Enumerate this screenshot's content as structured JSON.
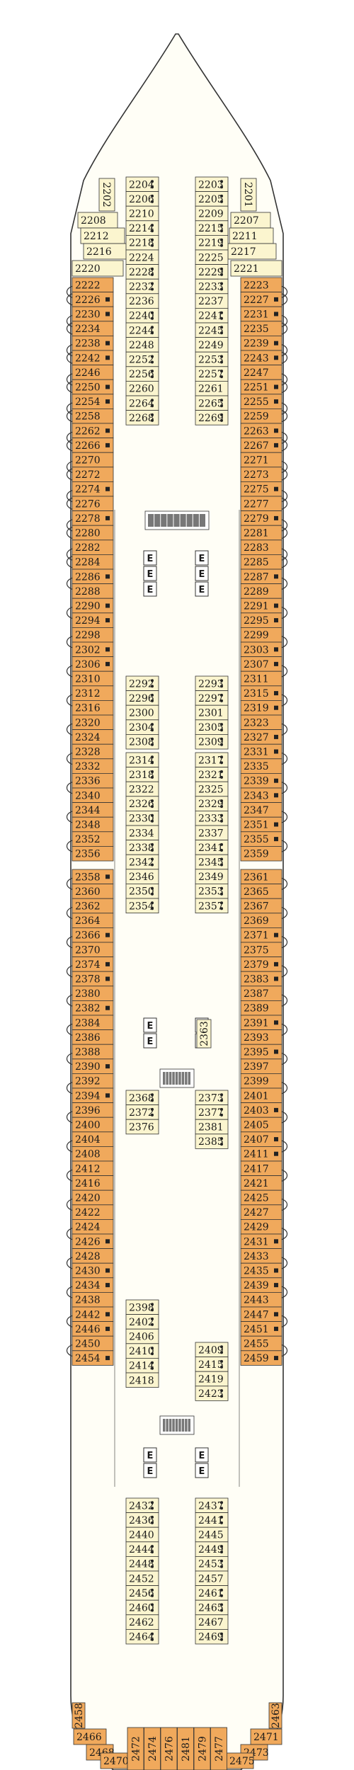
{
  "colors": {
    "outside": "#f0a95c",
    "inside": "#fbf5cf",
    "hull": "#fffef6",
    "line": "#333333",
    "stair": "#777777"
  },
  "bow": {
    "left": [
      "2208",
      "2212",
      "2216"
    ],
    "right": [
      "2207",
      "2211",
      "2217"
    ],
    "top_left": "2202",
    "top_right": "2201"
  },
  "outside_left": [
    "2222",
    "2226",
    "2230",
    "2234",
    "2238",
    "2242",
    "2246",
    "2250",
    "2254",
    "2258",
    "2262",
    "2266",
    "2270",
    "2272",
    "2274",
    "2276",
    "2278",
    "2280",
    "2282",
    "2284",
    "2286",
    "2288",
    "2290",
    "2294",
    "2298",
    "2302",
    "2306",
    "2310",
    "2312",
    "2316",
    "2320",
    "2324",
    "2328",
    "2332",
    "2336",
    "2340",
    "2344",
    "2348",
    "2352",
    "2356",
    "2358",
    "2360",
    "2362",
    "2364",
    "2366",
    "2370",
    "2374",
    "2378",
    "2380",
    "2382",
    "2384",
    "2386",
    "2388",
    "2390",
    "2392",
    "2394",
    "2396",
    "2400",
    "2404",
    "2408",
    "2412",
    "2416",
    "2420",
    "2422",
    "2424",
    "2426",
    "2428",
    "2430",
    "2434",
    "2438",
    "2442",
    "2446",
    "2450",
    "2454"
  ],
  "outside_right": [
    "2223",
    "2227",
    "2231",
    "2235",
    "2239",
    "2243",
    "2247",
    "2251",
    "2255",
    "2259",
    "2263",
    "2267",
    "2271",
    "2273",
    "2275",
    "2277",
    "2279",
    "2281",
    "2283",
    "2285",
    "2287",
    "2289",
    "2291",
    "2295",
    "2299",
    "2303",
    "2307",
    "2311",
    "2315",
    "2319",
    "2323",
    "2327",
    "2331",
    "2335",
    "2339",
    "2343",
    "2347",
    "2351",
    "2355",
    "2359",
    "2361",
    "2365",
    "2367",
    "2369",
    "2371",
    "2375",
    "2379",
    "2383",
    "2387",
    "2389",
    "2391",
    "2393",
    "2395",
    "2397",
    "2399",
    "2401",
    "2403",
    "2405",
    "2407",
    "2411",
    "2417",
    "2421",
    "2425",
    "2427",
    "2429",
    "2431",
    "2433",
    "2435",
    "2439",
    "2443",
    "2447",
    "2451",
    "2455",
    "2459"
  ],
  "inside_left_1": [
    "2204",
    "2206",
    "2210",
    "2214",
    "2218",
    "2224",
    "2228",
    "2232",
    "2236",
    "2240",
    "2244",
    "2248",
    "2252",
    "2256",
    "2260",
    "2264",
    "2268"
  ],
  "inside_right_1": [
    "2203",
    "2205",
    "2209",
    "2215",
    "2219",
    "2225",
    "2229",
    "2233",
    "2237",
    "2241",
    "2245",
    "2249",
    "2253",
    "2257",
    "2261",
    "2265",
    "2269"
  ],
  "inside_left_2": [
    "2292",
    "2296",
    "2300",
    "2304",
    "2308"
  ],
  "inside_right_2": [
    "2293",
    "2297",
    "2301",
    "2305",
    "2309"
  ],
  "inside_left_3": [
    "2314",
    "2318",
    "2322",
    "2326",
    "2330",
    "2334",
    "2338",
    "2342",
    "2346",
    "2350",
    "2354"
  ],
  "inside_right_3": [
    "2317",
    "2321",
    "2325",
    "2329",
    "2333",
    "2337",
    "2341",
    "2345",
    "2349",
    "2353",
    "2357"
  ],
  "inside_left_4": [
    "2368",
    "2372",
    "2376"
  ],
  "inside_right_4": [
    "2373",
    "2377",
    "2381",
    "2385"
  ],
  "inside_left_5": [
    "2398",
    "2402",
    "2406",
    "2410",
    "2414",
    "2418"
  ],
  "inside_right_5": [
    "2409",
    "2415",
    "2419",
    "2423"
  ],
  "inside_left_6": [
    "2432",
    "2436",
    "2440",
    "2444",
    "2448",
    "2452",
    "2456",
    "2460",
    "2462",
    "2464"
  ],
  "inside_right_6": [
    "2437",
    "2441",
    "2445",
    "2449",
    "2453",
    "2457",
    "2461",
    "2465",
    "2467",
    "2469"
  ],
  "wide_left": "2220",
  "wide_right": "2221",
  "special_2363": "2363",
  "stern": {
    "corner_left": "2458",
    "corner_right": "2463",
    "left_a": "2466",
    "left_b": "2468",
    "left_c": "2470",
    "right_a": "2471",
    "right_b": "2473",
    "right_c": "2475",
    "bottom": [
      "2472",
      "2474",
      "2476",
      "2481",
      "2479",
      "2477"
    ]
  },
  "elevator_label": "E"
}
